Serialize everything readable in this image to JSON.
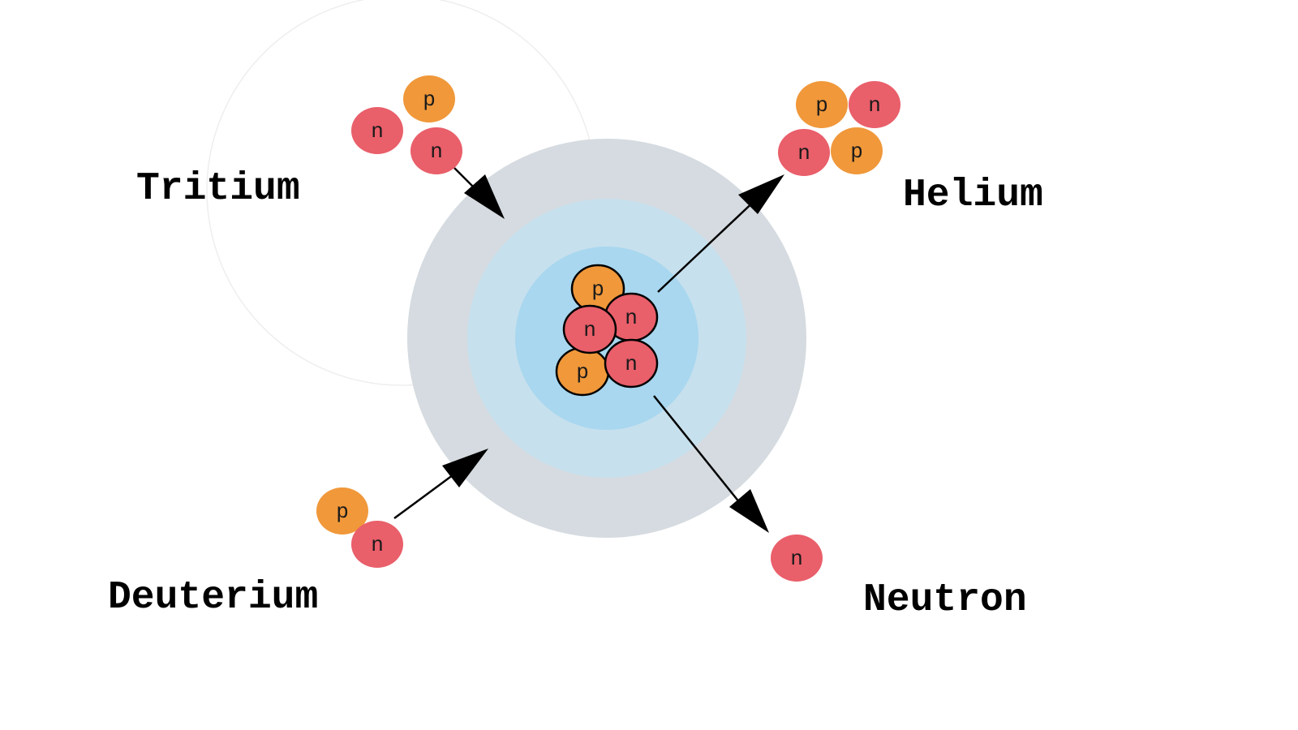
{
  "colors": {
    "background": "#ffffff",
    "proton": "#f0983a",
    "neutron": "#e95f6a",
    "ring_outer": "#d5dbe0",
    "ring_middle": "#c7e0ed",
    "ring_inner": "#a8d7ef",
    "arrow": "#000000",
    "faint_circle": "#eeeeee"
  },
  "labels": {
    "tritium": "Tritium",
    "deuterium": "Deuterium",
    "helium": "Helium",
    "neutron": "Neutron"
  },
  "particles": {
    "proton_letter": "p",
    "neutron_letter": "n"
  },
  "icons": {
    "particle": "circle",
    "arrow": "arrow-icon"
  }
}
